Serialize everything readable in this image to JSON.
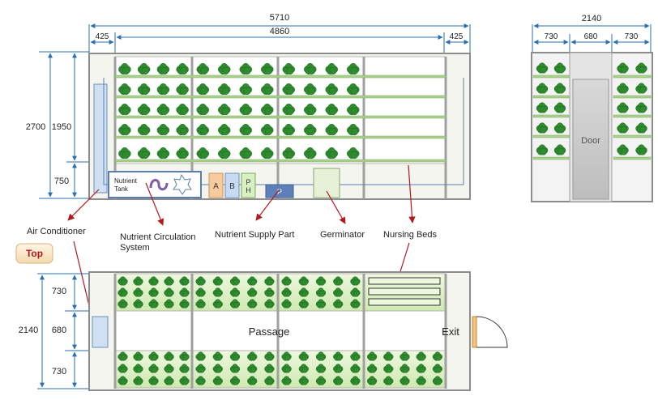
{
  "dimensions": {
    "front_total": "5710",
    "front_inner": "4860",
    "front_left_margin": "425",
    "front_right_margin": "425",
    "front_height_total": "2700",
    "front_height_upper": "1950",
    "front_height_lower": "750",
    "side_total": "2140",
    "side_left": "730",
    "side_mid": "680",
    "side_right": "730",
    "top_total": "2140",
    "top_upper": "730",
    "top_mid": "680",
    "top_lower": "730"
  },
  "front": {
    "nutrient_tank_label": "Nutrient Tank",
    "tank_a": "A",
    "tank_b": "B",
    "tank_ph": "PH",
    "pump_label": "P"
  },
  "side": {
    "door_label": "Door"
  },
  "callouts": {
    "air_conditioner": "Air Conditioner",
    "nutrient_circulation": "Nutrient Circulation System",
    "nutrient_supply": "Nutrient Supply Part",
    "germinator": "Germinator",
    "nursing_beds": "Nursing Beds"
  },
  "view_button": "Top",
  "top_view": {
    "passage": "Passage",
    "exit": "Exit"
  },
  "colors": {
    "plant": "#2e8b2e",
    "shelf": "#a8d18d",
    "frame": "#9a9a9a",
    "arrow": "#b0191e",
    "dimension": "#2a6fb0",
    "bed": "#dff0c8"
  }
}
